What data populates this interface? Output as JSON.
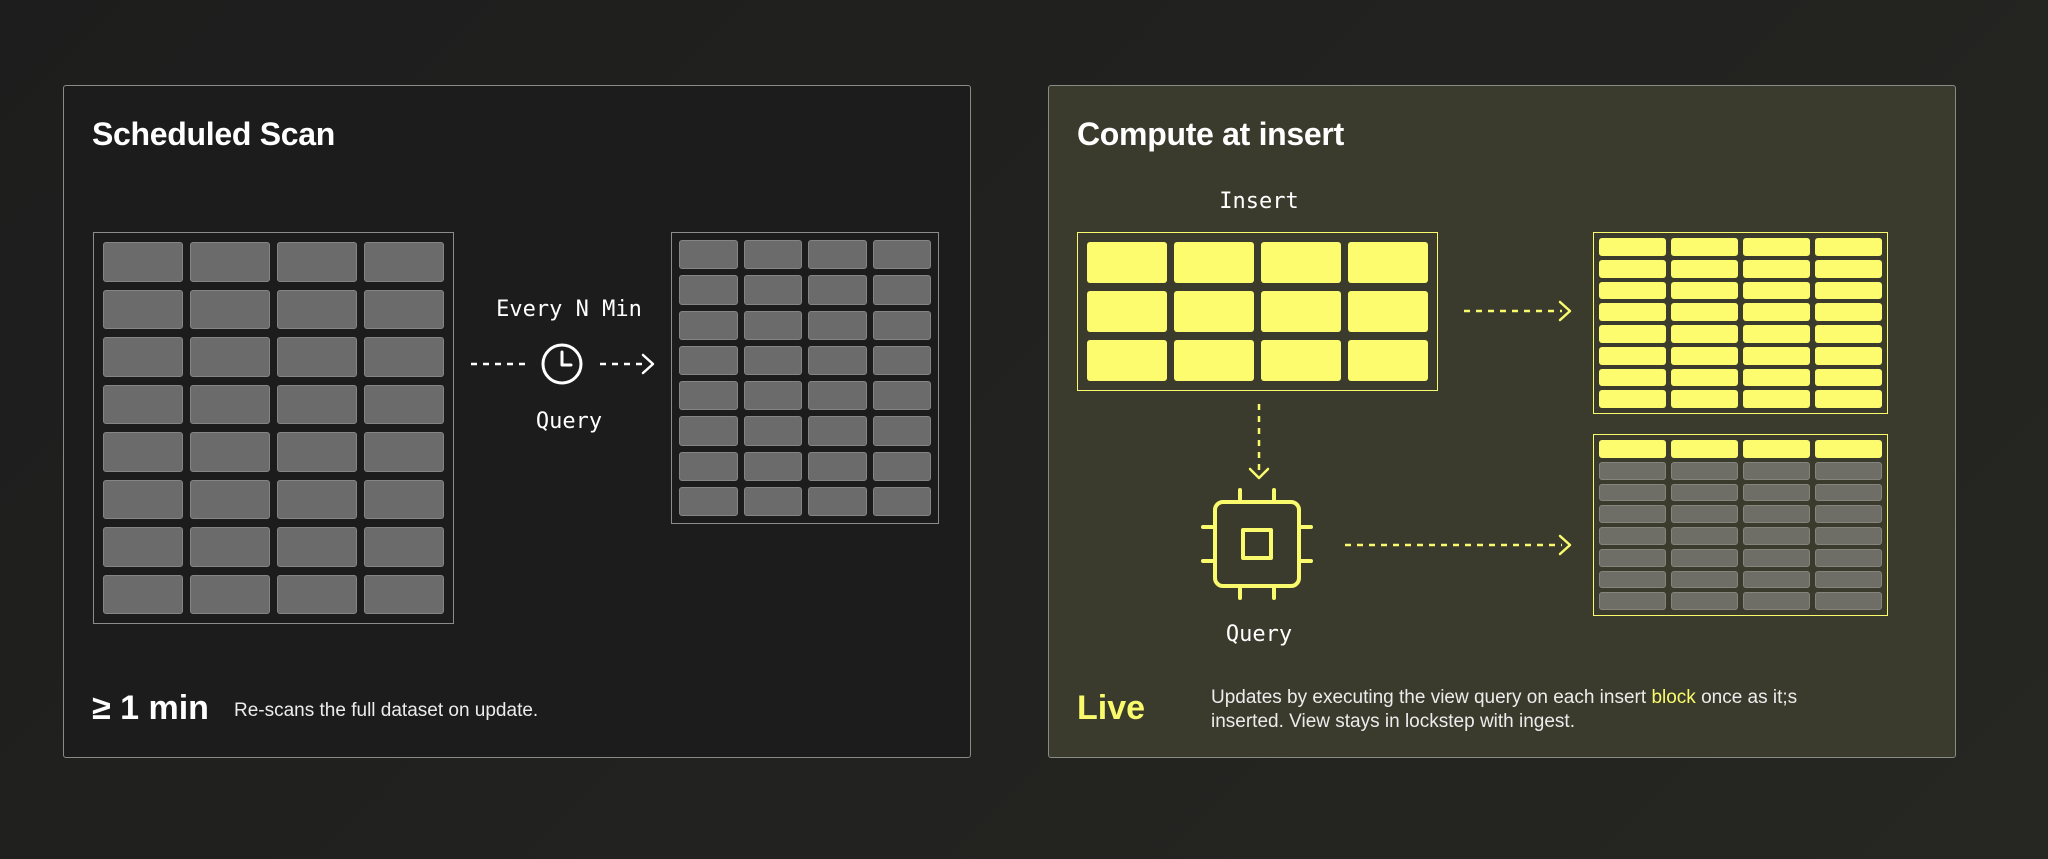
{
  "left_panel": {
    "title": "Scheduled Scan",
    "label_top": "Every N Min",
    "label_bottom": "Query",
    "metric": "≥ 1 min",
    "description": "Re-scans the full dataset on update.",
    "source_grid": {
      "rows": 8,
      "cols": 4
    },
    "result_grid": {
      "rows": 8,
      "cols": 4
    },
    "icon": "clock-icon"
  },
  "right_panel": {
    "title": "Compute at insert",
    "insert_label": "Insert",
    "query_label": "Query",
    "metric": "Live",
    "description_before": "Updates by executing the view query on each insert ",
    "description_highlight": "block",
    "description_after": " once as it;s inserted. View stays in lockstep with ingest.",
    "insert_grid": {
      "rows": 3,
      "cols": 4
    },
    "target_grid_top": {
      "rows": 8,
      "cols": 4
    },
    "target_grid_bottom": {
      "rows": 8,
      "cols": 4,
      "filled_rows": 1
    },
    "icon": "cpu-chip-icon"
  },
  "colors": {
    "accent_yellow": "#fafa6d",
    "cell_gray": "#6b6b6b",
    "border_gray": "#8c8c88",
    "panel_right_bg": "#3b3b2d",
    "panel_left_bg": "#1c1c1c"
  }
}
